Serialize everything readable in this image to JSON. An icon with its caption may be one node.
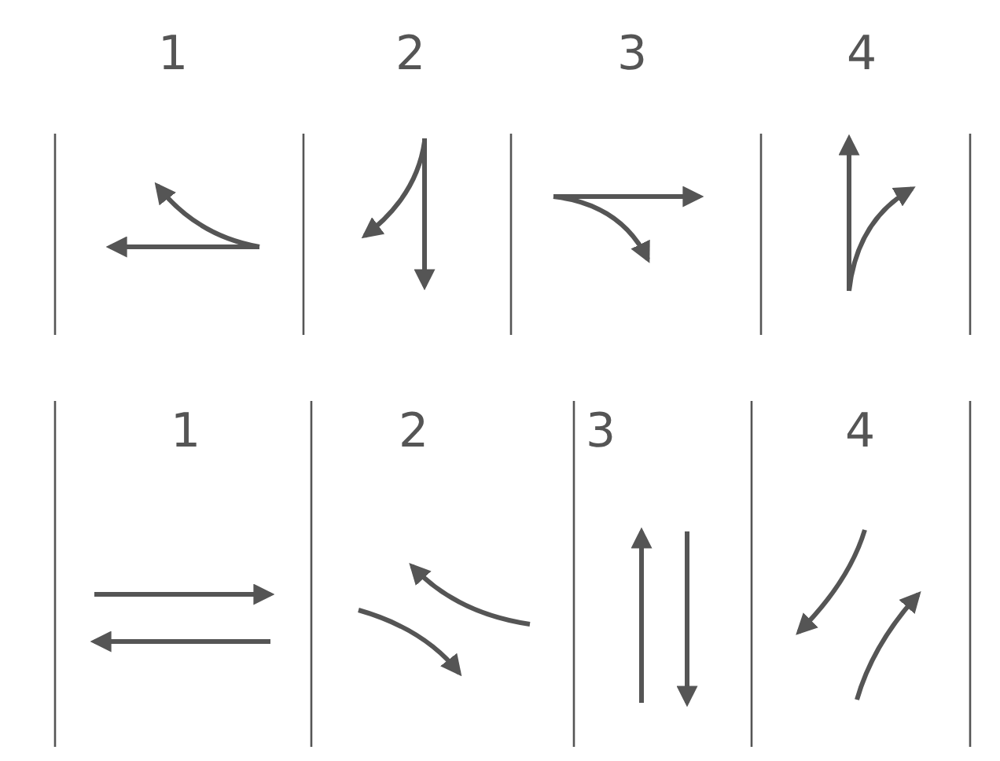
{
  "diagram": {
    "labels": [
      "1",
      "2",
      "3",
      "4",
      "1",
      "2",
      "3",
      "4"
    ]
  }
}
